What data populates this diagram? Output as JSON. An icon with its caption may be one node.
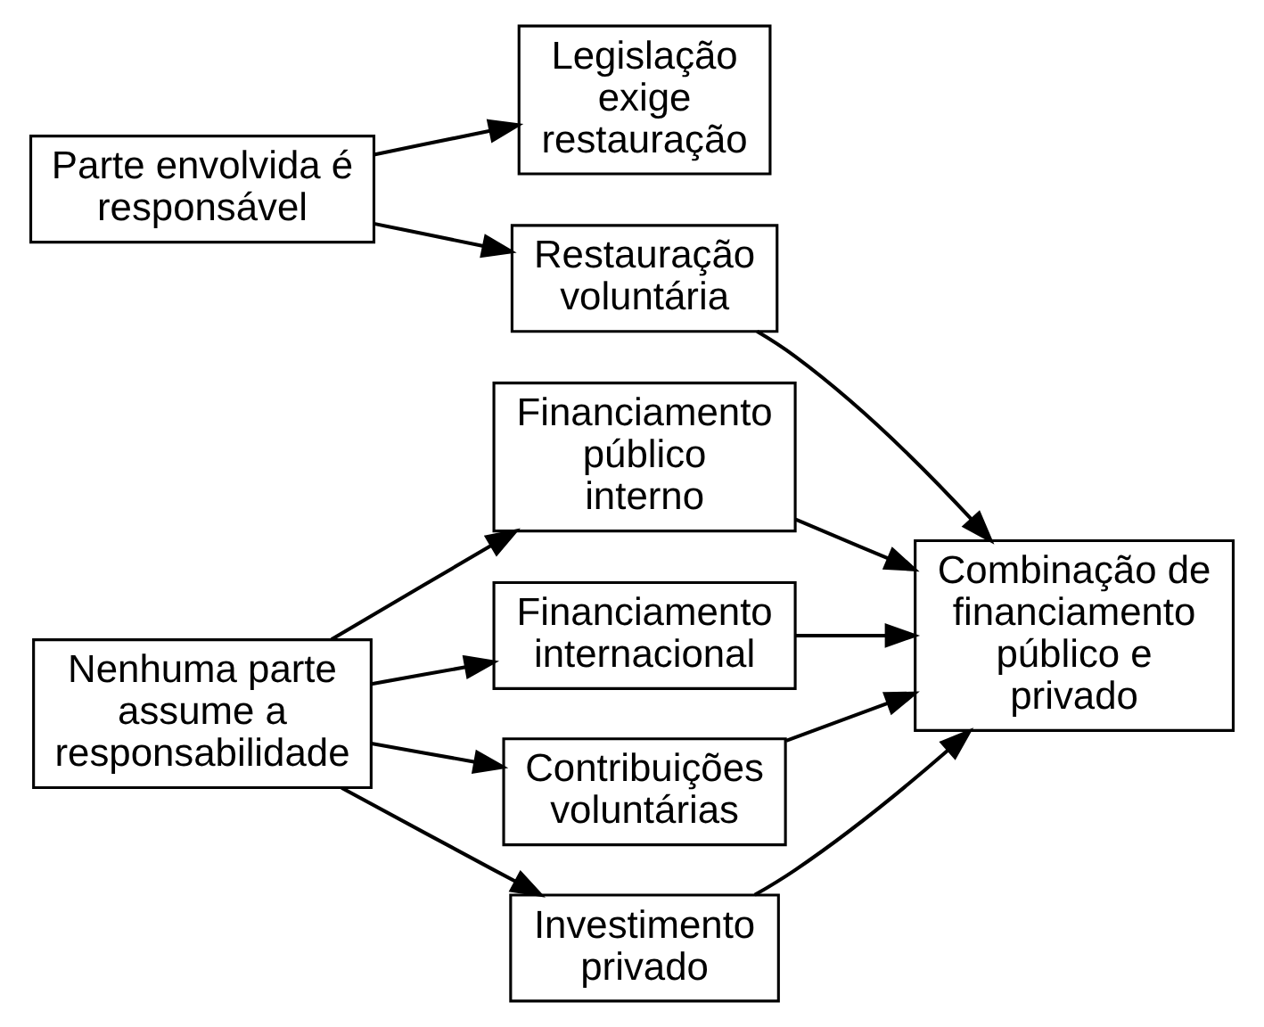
{
  "diagram": {
    "nodes": [
      {
        "text": [
          "Parte envolvida é responsável"
        ]
      },
      {
        "text": [
          "Legislação exige restauração"
        ]
      },
      {
        "text": [
          "Restauração voluntária"
        ]
      },
      {
        "text": [
          "Financiamento público interno"
        ]
      },
      {
        "text": [
          "Combinação de financiamento público e privado"
        ]
      },
      {
        "text": [
          "Financiamento internacional"
        ]
      },
      {
        "text": [
          "Nenhuma parte assume a responsabilidade"
        ]
      },
      {
        "text": [
          "Contribuições voluntárias"
        ]
      },
      {
        "text": [
          "Investimento privado"
        ]
      }
    ],
    "edges": [
      {
        "from": 0,
        "to": 1,
        "arrow": "to"
      },
      {
        "from": 0,
        "to": 2,
        "arrow": "to"
      },
      {
        "from": 2,
        "to": 4,
        "arrow": "to"
      },
      {
        "from": 6,
        "to": 3,
        "arrow": "to"
      },
      {
        "from": 6,
        "to": 5,
        "arrow": "to"
      },
      {
        "from": 6,
        "to": 7,
        "arrow": "to"
      },
      {
        "from": 6,
        "to": 8,
        "arrow": "to"
      },
      {
        "from": 3,
        "to": 4,
        "arrow": "to"
      },
      {
        "from": 5,
        "to": 4,
        "arrow": "to"
      },
      {
        "from": 7,
        "to": 4,
        "arrow": "to"
      },
      {
        "from": 8,
        "to": 4,
        "arrow": "to"
      }
    ]
  }
}
